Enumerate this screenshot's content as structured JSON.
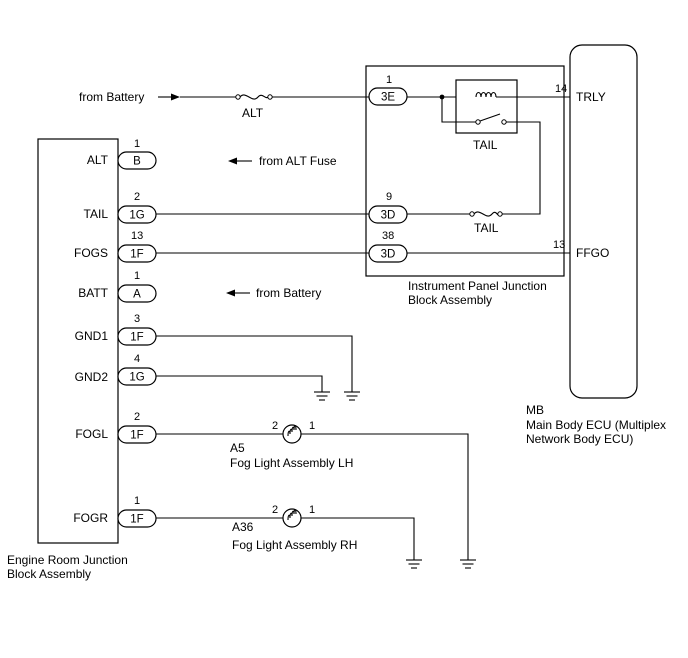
{
  "components": {
    "engine_room_jb": {
      "name_line1": "Engine Room Junction",
      "name_line2": "Block Assembly"
    },
    "instrument_panel_jb": {
      "name_line1": "Instrument Panel Junction",
      "name_line2": "Block Assembly"
    },
    "main_body_ecu": {
      "code": "MB",
      "name_line1": "Main Body ECU (Multiplex",
      "name_line2": "Network Body ECU)"
    },
    "fog_light_lh": {
      "code": "A5",
      "name": "Fog Light Assembly LH",
      "pin_in": "2",
      "pin_out": "1"
    },
    "fog_light_rh": {
      "code": "A36",
      "name": "Fog Light Assembly RH",
      "pin_in": "2",
      "pin_out": "1"
    }
  },
  "engine_room_terminals": [
    {
      "label": "ALT",
      "pin": "1",
      "connector": "B"
    },
    {
      "label": "TAIL",
      "pin": "2",
      "connector": "1G"
    },
    {
      "label": "FOGS",
      "pin": "13",
      "connector": "1F"
    },
    {
      "label": "BATT",
      "pin": "1",
      "connector": "A"
    },
    {
      "label": "GND1",
      "pin": "3",
      "connector": "1F"
    },
    {
      "label": "GND2",
      "pin": "4",
      "connector": "1G"
    },
    {
      "label": "FOGL",
      "pin": "2",
      "connector": "1F"
    },
    {
      "label": "FOGR",
      "pin": "1",
      "connector": "1F"
    }
  ],
  "instrument_panel_terminals": [
    {
      "pin": "1",
      "connector": "3E"
    },
    {
      "pin": "9",
      "connector": "3D"
    },
    {
      "pin": "38",
      "connector": "3D"
    }
  ],
  "ecu_terminals": [
    {
      "label": "TRLY",
      "pin": "14"
    },
    {
      "label": "FFGO",
      "pin": "13"
    }
  ],
  "fuses": {
    "alt": "ALT",
    "tail": "TAIL"
  },
  "relay": {
    "name": "TAIL"
  },
  "sources": {
    "top_battery": "from Battery",
    "alt_fuse": "from ALT Fuse",
    "battery": "from Battery"
  }
}
